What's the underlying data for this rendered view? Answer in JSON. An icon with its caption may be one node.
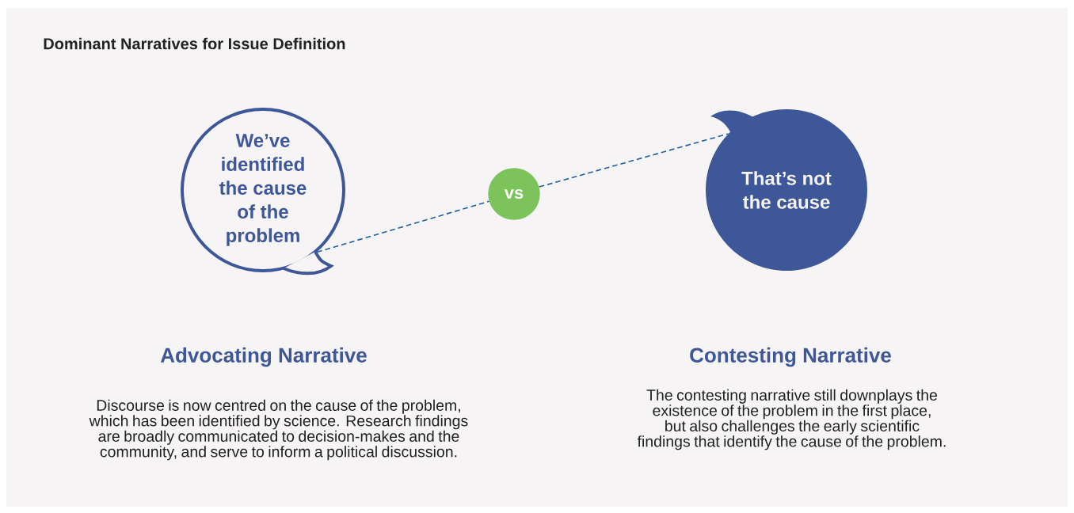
{
  "diagram": {
    "title": "Dominant Narratives for Issue Definition",
    "nodes": [
      {
        "text": [
          "We’ve identified the cause of the problem"
        ]
      },
      {
        "text": [
          "vs"
        ]
      },
      {
        "text": [
          "That’s not the cause"
        ]
      }
    ],
    "edges": [
      {
        "from": 0,
        "to": 1,
        "arrow": "none",
        "style": "dashed"
      },
      {
        "from": 1,
        "to": 2,
        "arrow": "none",
        "style": "dashed"
      }
    ],
    "labels": [
      "Advocating Narrative",
      "Discourse is now centred on the cause of the problem, which has been identified by science. Research findings are broadly communicated to decision-makes and the community, and serve to inform a political discussion.",
      "Contesting Narrative",
      "The contesting narrative still downplays the existence of the problem in the first place, but also challenges the early scientific findings that identify the cause of the problem."
    ]
  }
}
